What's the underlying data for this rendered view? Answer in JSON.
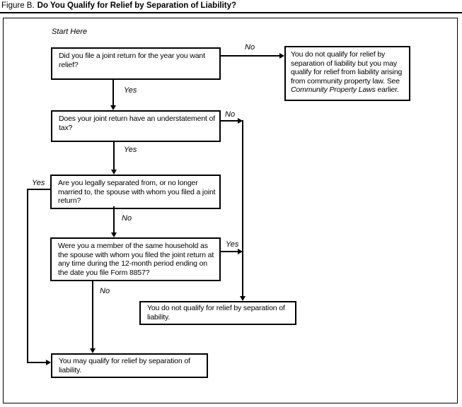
{
  "figure": {
    "title_prefix": "Figure B.",
    "title_main": "Do You Qualify for Relief by Separation of Liability?",
    "start_label": "Start Here"
  },
  "nodes": {
    "q_joint_return": "Did you file a joint return for the year you want relief?",
    "q_understatement": "Does your joint return have an understatement of tax?",
    "q_separated": "Are you legally separated from, or no longer married to, the spouse with whom you filed a joint return?",
    "q_household": "Were you a member of the same household as the spouse with whom you filed the joint return at any time during the 12-month period ending on the date you file Form 8857?",
    "community_before": "You do not qualify for relief by separation of liability but you may qualify for relief from liability arising from community property law. See ",
    "community_italic": "Community Property Laws",
    "community_after": " earlier.",
    "no_qualify": "You do not qualify for relief by separation of liability.",
    "may_qualify": "You may qualify for relief by separation of liability."
  },
  "labels": {
    "q1_no": "No",
    "q1_yes": "Yes",
    "q2_no": "No",
    "q2_yes": "Yes",
    "q3_yes": "Yes",
    "q3_no": "No",
    "q4_yes": "Yes",
    "q4_no": "No"
  },
  "colors": {
    "line": "#000000",
    "text": "#000000",
    "background": "#ffffff"
  }
}
